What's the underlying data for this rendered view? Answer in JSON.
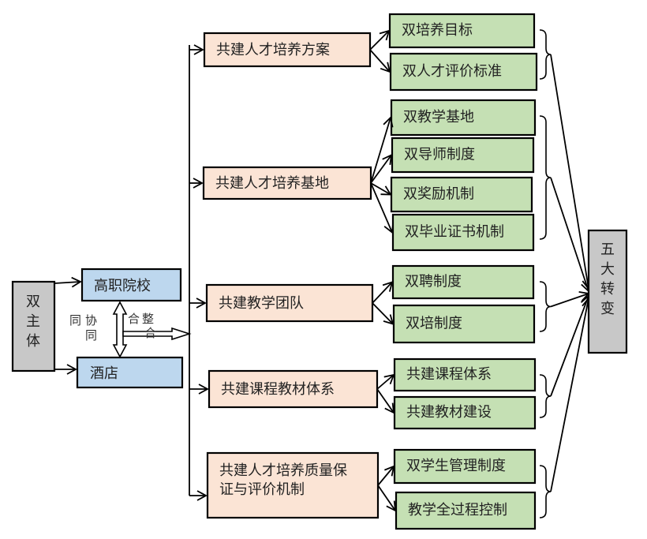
{
  "colors": {
    "subject_fill": "#c8c8c8",
    "party_fill": "#bdd7ee",
    "initiative_fill": "#fbe4d5",
    "measure_fill": "#c5e0b4",
    "outcome_fill": "#c8c8c8"
  },
  "subject": {
    "label": "双主体",
    "chars": [
      "双",
      "主",
      "体"
    ]
  },
  "parties": [
    {
      "id": "college",
      "label": "高职院校"
    },
    {
      "id": "hotel",
      "label": "酒店"
    }
  ],
  "relation": {
    "collaboration": [
      "同",
      "协",
      "同"
    ],
    "integration": [
      "合",
      "整",
      "合"
    ]
  },
  "initiatives": [
    {
      "label": "共建人才培养方案",
      "lines": [
        "共建人才培养方案"
      ]
    },
    {
      "label": "共建人才培养基地",
      "lines": [
        "共建人才培养基地"
      ]
    },
    {
      "label": "共建教学团队",
      "lines": [
        "共建教学团队"
      ]
    },
    {
      "label": "共建课程教材体系",
      "lines": [
        "共建课程教材体系"
      ]
    },
    {
      "label": "共建人才培养质量保证与评价机制",
      "lines": [
        "共建人才培养质量保",
        "证与评价机制"
      ]
    }
  ],
  "measures": [
    [
      "双培养目标",
      "双人才评价标准"
    ],
    [
      "双教学基地",
      "双导师制度",
      "双奖励机制",
      "双毕业证书机制"
    ],
    [
      "双聘制度",
      "双培制度"
    ],
    [
      "共建课程体系",
      "共建教材建设"
    ],
    [
      "双学生管理制度",
      "教学全过程控制"
    ]
  ],
  "outcome": {
    "label": "五大转变",
    "chars": [
      "五",
      "大",
      "转",
      "变"
    ]
  }
}
